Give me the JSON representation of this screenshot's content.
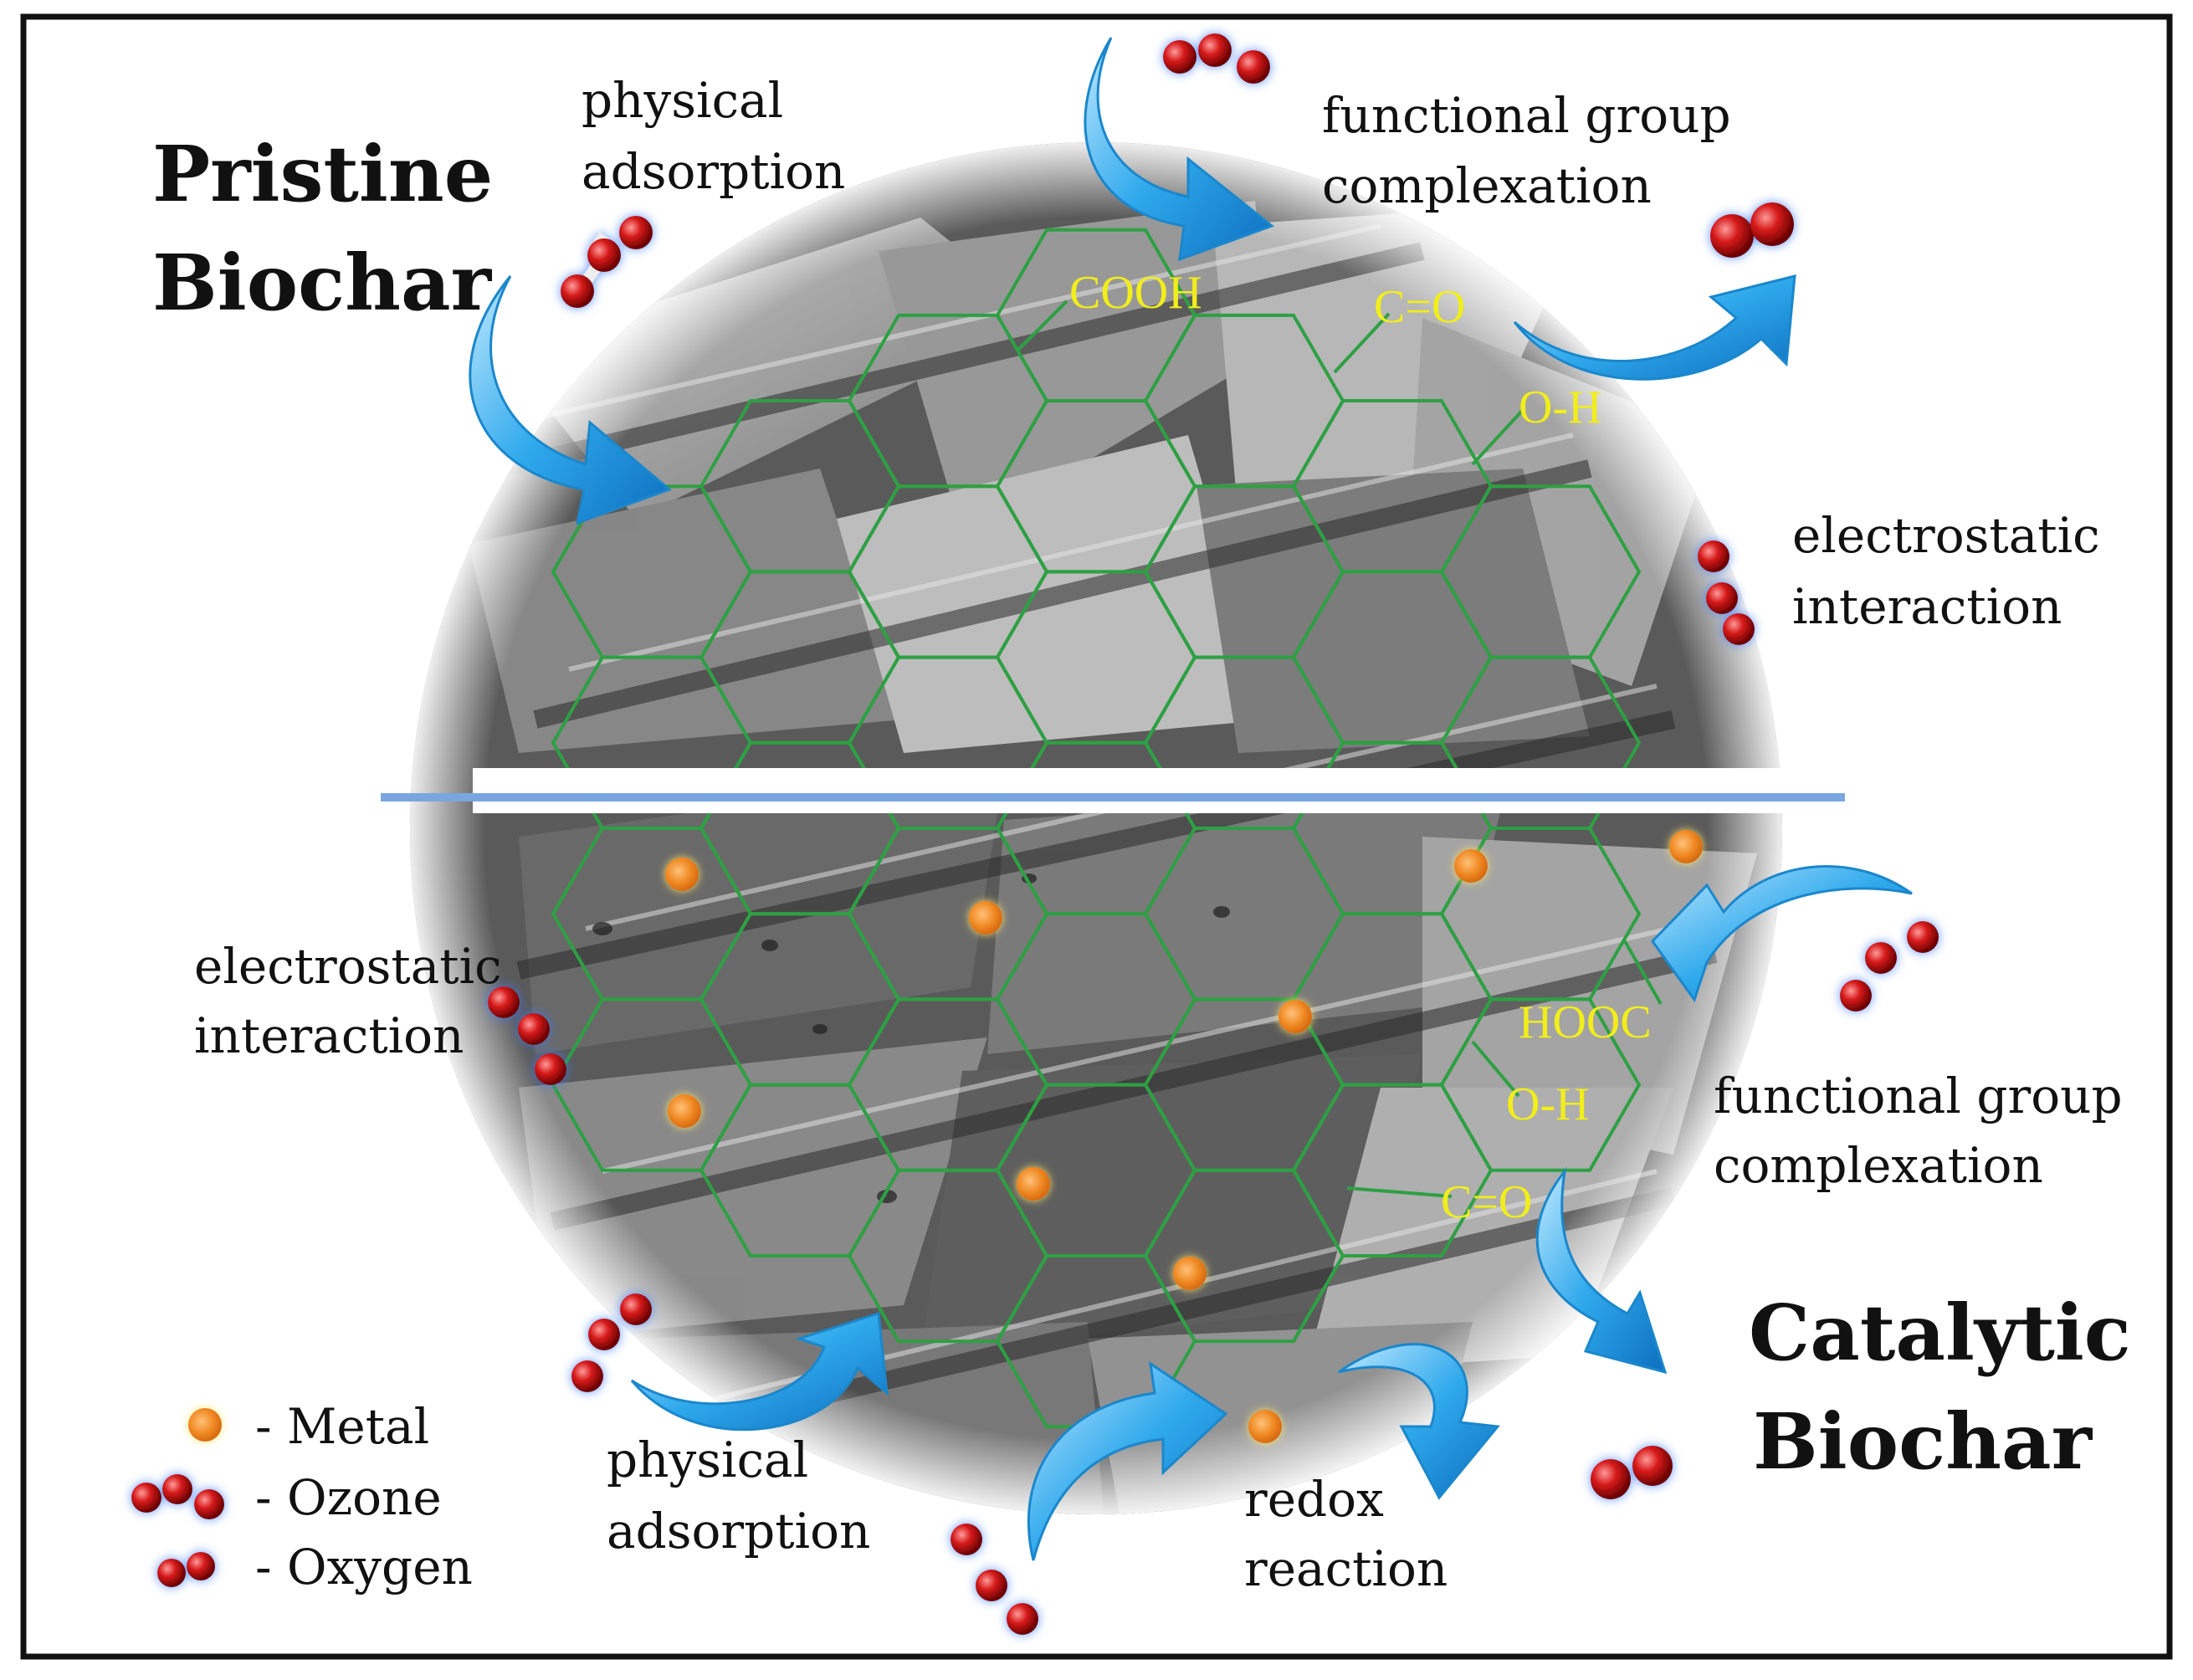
{
  "titles": {
    "pristine": [
      "Pristine",
      "Biochar"
    ],
    "catalytic": [
      "Catalytic",
      "Biochar"
    ]
  },
  "pristine_labels": {
    "physical_adsorption": [
      "physical",
      "adsorption"
    ],
    "functional_group": [
      "functional group",
      "complexation"
    ],
    "electrostatic": [
      "electrostatic",
      "interaction"
    ]
  },
  "catalytic_labels": {
    "electrostatic": [
      "electrostatic",
      "interaction"
    ],
    "functional_group": [
      "functional group",
      "complexation"
    ],
    "physical_adsorption": [
      "physical",
      "adsorption"
    ],
    "redox": [
      "redox",
      "reaction"
    ]
  },
  "chem_groups": {
    "top_cooh": "COOH",
    "top_co": "C=O",
    "top_oh": "O-H",
    "bottom_hooc": "HOOC",
    "bottom_oh": "O-H",
    "bottom_co": "C=O"
  },
  "legend": {
    "metal": "- Metal",
    "ozone": "- Ozone",
    "oxygen": "- Oxygen"
  },
  "colors": {
    "lattice": "#2ea043",
    "chem_text": "#f2ee1a",
    "metal": "#f08a24",
    "molecule": "#d01818",
    "arrow": "#29a8ea",
    "divider": "#7aa6e0"
  }
}
